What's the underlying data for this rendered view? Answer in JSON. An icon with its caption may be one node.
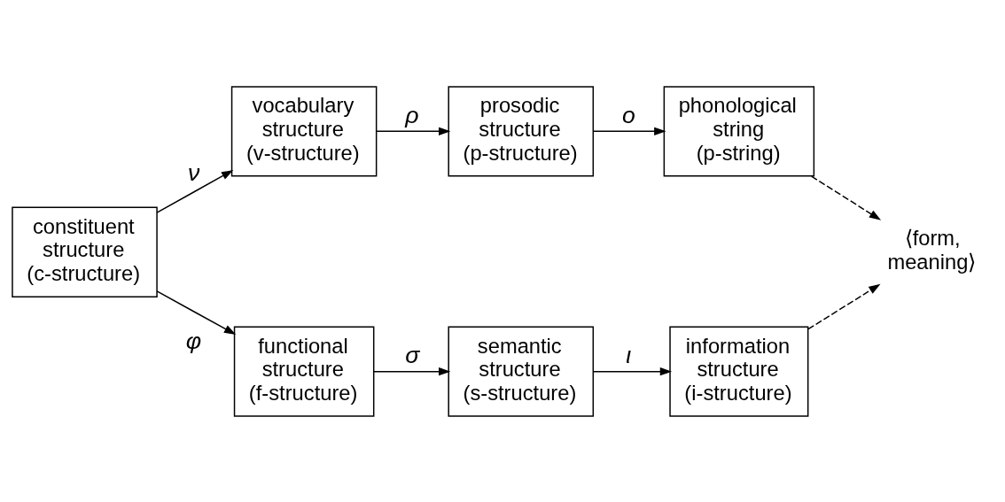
{
  "diagram": {
    "nodes": [
      {
        "text": [
          "constituent structure (c-structure)"
        ]
      },
      {
        "text": [
          "vocabulary structure (v-structure)"
        ]
      },
      {
        "text": [
          "prosodic structure (p-structure)"
        ]
      },
      {
        "text": [
          "phonological string (p-string)"
        ]
      },
      {
        "text": [
          "functional structure (f-structure)"
        ]
      },
      {
        "text": [
          "semantic structure (s-structure)"
        ]
      },
      {
        "text": [
          "information structure (i-structure)"
        ]
      },
      {
        "text": [
          "⟨form, meaning⟩"
        ]
      }
    ],
    "edges": [
      {
        "from": 0,
        "to": 1,
        "arrow": "to",
        "label": "ν"
      },
      {
        "from": 1,
        "to": 2,
        "arrow": "to",
        "label": "ρ"
      },
      {
        "from": 2,
        "to": 3,
        "arrow": "to",
        "label": "ο"
      },
      {
        "from": 0,
        "to": 4,
        "arrow": "to",
        "label": "φ"
      },
      {
        "from": 4,
        "to": 5,
        "arrow": "to",
        "label": "σ"
      },
      {
        "from": 5,
        "to": 6,
        "arrow": "to",
        "label": "ι"
      },
      {
        "from": 3,
        "to": 7,
        "arrow": "to",
        "style": "dashed"
      },
      {
        "from": 6,
        "to": 7,
        "arrow": "to",
        "style": "dashed"
      }
    ]
  }
}
